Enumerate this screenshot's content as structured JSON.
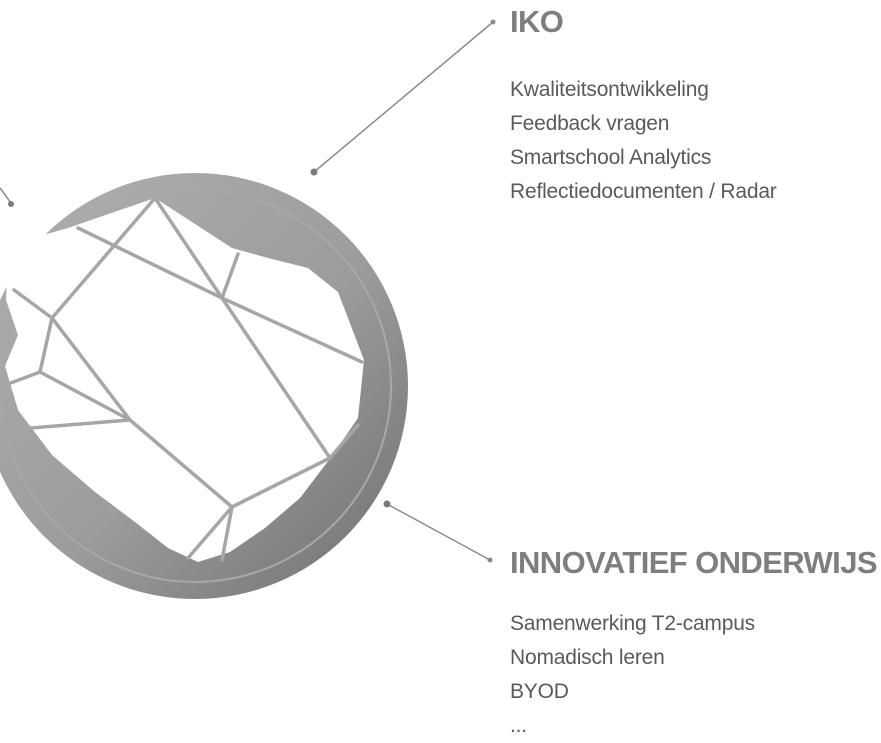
{
  "iko": {
    "title": "IKO",
    "items": [
      "Kwaliteitsontwikkeling",
      "Feedback vragen",
      "Smartschool Analytics",
      "Reflectiedocumenten / Radar"
    ]
  },
  "innovatief": {
    "title": "INNOVATIEF ONDERWIJS",
    "items": [
      "Samenwerking T2-campus",
      "Nomadisch leren",
      "BYOD",
      "..."
    ]
  },
  "colors": {
    "ring": "#9e9e9e",
    "ring_dark": "#7a7a7a",
    "connector": "#8c8c8c",
    "text": "#5a5a5a",
    "heading": "#7e7e7e"
  }
}
